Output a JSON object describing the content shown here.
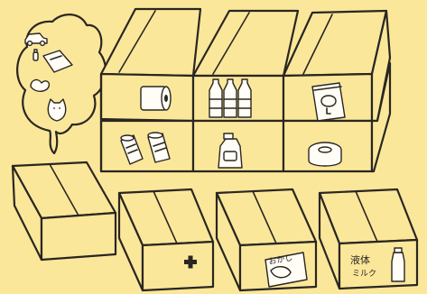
{
  "colors": {
    "background": "#fbe79a",
    "ink": "#2a2621",
    "cross": "#2a2621"
  },
  "thought_bubble_items": [
    "car-icon",
    "bottle-icon",
    "paper-sheet-icon",
    "bird-toy-icon",
    "cat-toy-icon"
  ],
  "shelf_contents": {
    "top_row": [
      "toilet-paper-roll-icon",
      "water-bottles-icon",
      "snack-bag-icon"
    ],
    "bottom_row": [
      "canned-drinks-icon",
      "detergent-bottle-icon",
      "canned-food-icon"
    ]
  },
  "boxes": {
    "snack_label": "おかし",
    "milk_label_line1": "液体",
    "milk_label_line2": "ミルク"
  }
}
